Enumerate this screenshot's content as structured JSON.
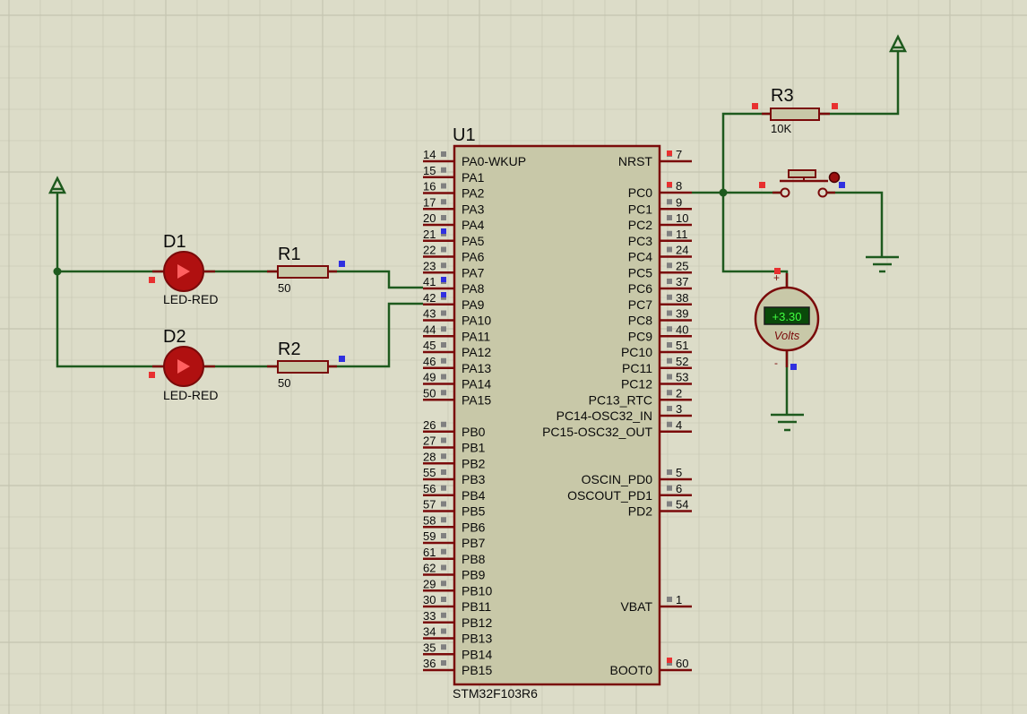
{
  "schematic": {
    "chip": {
      "ref": "U1",
      "part": "STM32F103R6",
      "left_pins": [
        {
          "num": "14",
          "name": "PA0-WKUP"
        },
        {
          "num": "15",
          "name": "PA1"
        },
        {
          "num": "16",
          "name": "PA2"
        },
        {
          "num": "17",
          "name": "PA3"
        },
        {
          "num": "20",
          "name": "PA4"
        },
        {
          "num": "21",
          "name": "PA5"
        },
        {
          "num": "22",
          "name": "PA6"
        },
        {
          "num": "23",
          "name": "PA7"
        },
        {
          "num": "41",
          "name": "PA8"
        },
        {
          "num": "42",
          "name": "PA9"
        },
        {
          "num": "43",
          "name": "PA10"
        },
        {
          "num": "44",
          "name": "PA11"
        },
        {
          "num": "45",
          "name": "PA12"
        },
        {
          "num": "46",
          "name": "PA13"
        },
        {
          "num": "49",
          "name": "PA14"
        },
        {
          "num": "50",
          "name": "PA15"
        },
        {
          "num": "26",
          "name": "PB0"
        },
        {
          "num": "27",
          "name": "PB1"
        },
        {
          "num": "28",
          "name": "PB2"
        },
        {
          "num": "55",
          "name": "PB3"
        },
        {
          "num": "56",
          "name": "PB4"
        },
        {
          "num": "57",
          "name": "PB5"
        },
        {
          "num": "58",
          "name": "PB6"
        },
        {
          "num": "59",
          "name": "PB7"
        },
        {
          "num": "61",
          "name": "PB8"
        },
        {
          "num": "62",
          "name": "PB9"
        },
        {
          "num": "29",
          "name": "PB10"
        },
        {
          "num": "30",
          "name": "PB11"
        },
        {
          "num": "33",
          "name": "PB12"
        },
        {
          "num": "34",
          "name": "PB13"
        },
        {
          "num": "35",
          "name": "PB14"
        },
        {
          "num": "36",
          "name": "PB15"
        }
      ],
      "right_pins": [
        {
          "num": "7",
          "name": "NRST"
        },
        {
          "num": "8",
          "name": "PC0"
        },
        {
          "num": "9",
          "name": "PC1"
        },
        {
          "num": "10",
          "name": "PC2"
        },
        {
          "num": "11",
          "name": "PC3"
        },
        {
          "num": "24",
          "name": "PC4"
        },
        {
          "num": "25",
          "name": "PC5"
        },
        {
          "num": "37",
          "name": "PC6"
        },
        {
          "num": "38",
          "name": "PC7"
        },
        {
          "num": "39",
          "name": "PC8"
        },
        {
          "num": "40",
          "name": "PC9"
        },
        {
          "num": "51",
          "name": "PC10"
        },
        {
          "num": "52",
          "name": "PC11"
        },
        {
          "num": "53",
          "name": "PC12"
        },
        {
          "num": "2",
          "name": "PC13_RTC"
        },
        {
          "num": "3",
          "name": "PC14-OSC32_IN"
        },
        {
          "num": "4",
          "name": "PC15-OSC32_OUT"
        },
        {
          "num": "5",
          "name": "OSCIN_PD0"
        },
        {
          "num": "6",
          "name": "OSCOUT_PD1"
        },
        {
          "num": "54",
          "name": "PD2"
        },
        {
          "num": "1",
          "name": "VBAT"
        },
        {
          "num": "60",
          "name": "BOOT0"
        }
      ]
    },
    "d1": {
      "ref": "D1",
      "value": "LED-RED"
    },
    "d2": {
      "ref": "D2",
      "value": "LED-RED"
    },
    "r1": {
      "ref": "R1",
      "value": "50"
    },
    "r2": {
      "ref": "R2",
      "value": "50"
    },
    "r3": {
      "ref": "R3",
      "value": "10K"
    },
    "voltmeter": {
      "reading": "+3.30",
      "unit": "Volts",
      "plus": "+",
      "minus": "-"
    },
    "colors": {
      "background": "#dcdcc8",
      "grid": "#c4c4b0",
      "wire": "#1e5a1e",
      "component": "#7a0a0a",
      "body_fill": "#c8c8a8",
      "text": "#0a0a0a",
      "pin_red": "#e83030",
      "pin_blue": "#3030e0",
      "led_fill": "#b01010",
      "lcd_bg": "#0a4a0a",
      "lcd_text": "#40ff40"
    }
  }
}
